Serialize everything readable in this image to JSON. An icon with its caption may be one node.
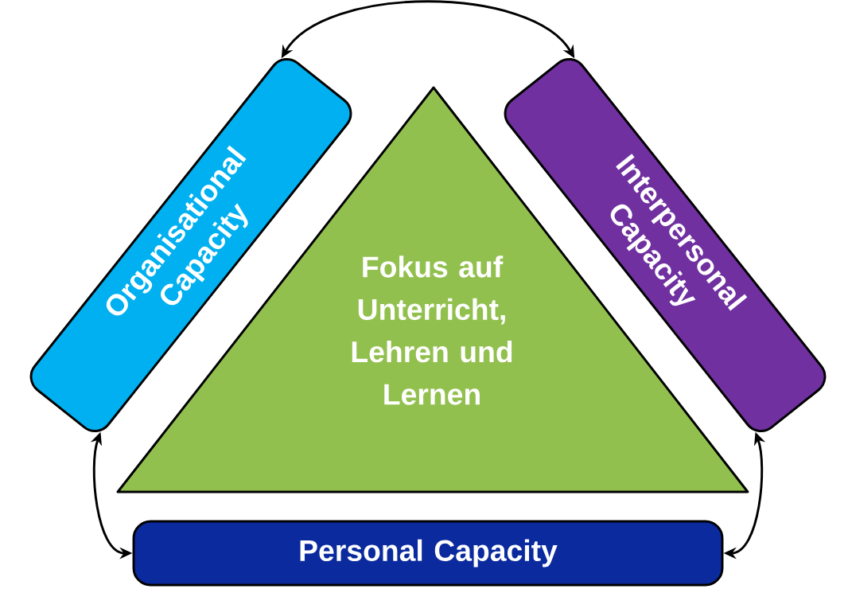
{
  "diagram": {
    "nodes": [
      {
        "text": [
          "Fokus auf Unterricht, Lehren und Lernen"
        ]
      },
      {
        "text": [
          "Organisational Capacity"
        ]
      },
      {
        "text": [
          "Interpersonal Capacity"
        ]
      },
      {
        "text": [
          "Personal Capacity"
        ]
      }
    ],
    "edges": [
      {
        "from": 1,
        "to": 2,
        "arrow": "both"
      },
      {
        "from": 1,
        "to": 3,
        "arrow": "both"
      },
      {
        "from": 2,
        "to": 3,
        "arrow": "both"
      }
    ]
  }
}
